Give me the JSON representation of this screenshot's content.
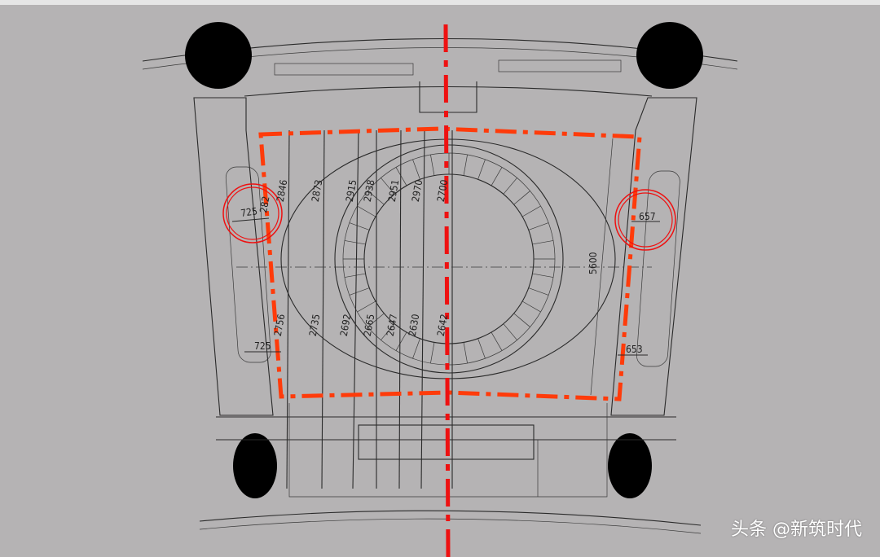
{
  "drawing": {
    "top_dimensions": [
      "2846",
      "2873",
      "2915",
      "2938",
      "2951",
      "2970",
      "2700"
    ],
    "bottom_dimensions": [
      "2756",
      "2735",
      "2692",
      "2665",
      "2647",
      "2630",
      "2642"
    ],
    "left_top_width": "725",
    "left_top_small": "282",
    "left_bottom_width": "725",
    "right_top_width": "657",
    "right_bottom_width": "653",
    "right_height": "5600",
    "colors": {
      "background": "#b5b3b4",
      "outline_red": "#ff3b0a",
      "axis_red": "#ee1111",
      "linework": "#2a2a2a"
    }
  },
  "watermark": "头条 @新筑时代"
}
